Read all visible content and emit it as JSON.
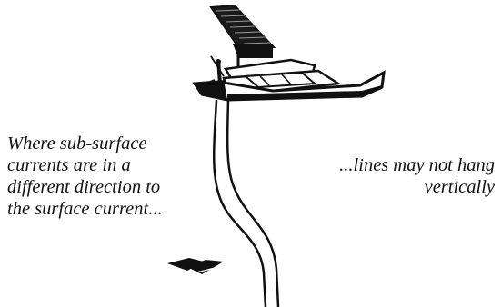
{
  "captions": {
    "left": {
      "lines": [
        "Where sub-surface",
        "currents are in a",
        "different direction to",
        "the surface current..."
      ]
    },
    "right": {
      "lines": [
        "...lines may not hang",
        "vertically"
      ]
    }
  },
  "icons": {
    "boat": "sport-fishing-boat-icon",
    "flag": "flag-icon",
    "line": "fishing-line",
    "current": "current-direction-arrow-icon"
  },
  "colors": {
    "ink": "#111111",
    "paper": "#ffffff"
  }
}
